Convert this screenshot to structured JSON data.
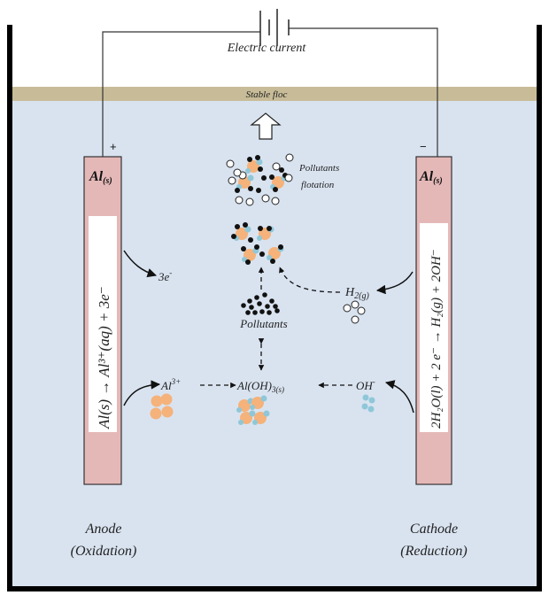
{
  "title": "Electrocoagulation process with aluminium electrodes",
  "labels": {
    "electric_current": "Electric current",
    "stable_floc": "Stable floc",
    "pollutants_flotation_1": "Pollutants",
    "pollutants_flotation_2": "flotation",
    "pollutants": "Pollutants",
    "electrons": "3e",
    "electrons_sup": "-",
    "h2": "H",
    "h2_sub": "2(g)",
    "al3": "Al",
    "al3_sup": "3+",
    "aloh3": "Al(OH)",
    "aloh3_sub": "3(s)",
    "oh": "OH",
    "oh_sup": "-"
  },
  "anode": {
    "terminal": "+",
    "material": "Al",
    "material_sub": "(s)",
    "reaction": "Al(s) → Al³⁺(aq) + 3e⁻",
    "name": "Anode",
    "process": "(Oxidation)"
  },
  "cathode": {
    "terminal": "−",
    "material": "Al",
    "material_sub": "(s)",
    "reaction": "2H₂O(l) + 2 e⁻ → H₂(g) + 2OH⁻",
    "name": "Cathode",
    "process": "(Reduction)"
  },
  "colors": {
    "water": "#d9e3f0",
    "floc_layer": "#c8bc98",
    "electrode": "#e5b8b8",
    "al_ion": "#f5b27a",
    "hydroxide": "#8fc7d8",
    "pollutant": "#111111",
    "bubble": "#ffffff",
    "tank_wall": "#000000"
  }
}
